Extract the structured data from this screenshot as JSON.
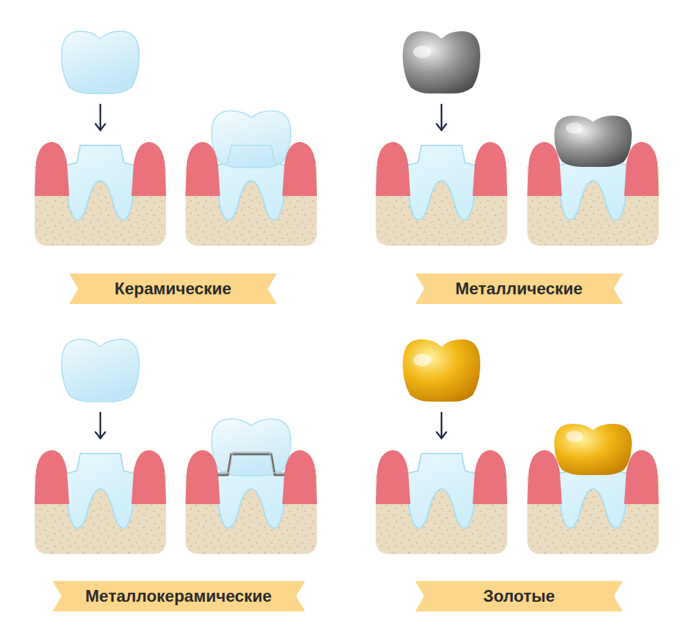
{
  "diagram": {
    "nodes": [
      {
        "text": [
          "Керамические"
        ]
      },
      {
        "text": [
          "Металлические"
        ]
      },
      {
        "text": [
          "Металлокерамические"
        ]
      },
      {
        "text": [
          "Золотые"
        ]
      }
    ]
  }
}
